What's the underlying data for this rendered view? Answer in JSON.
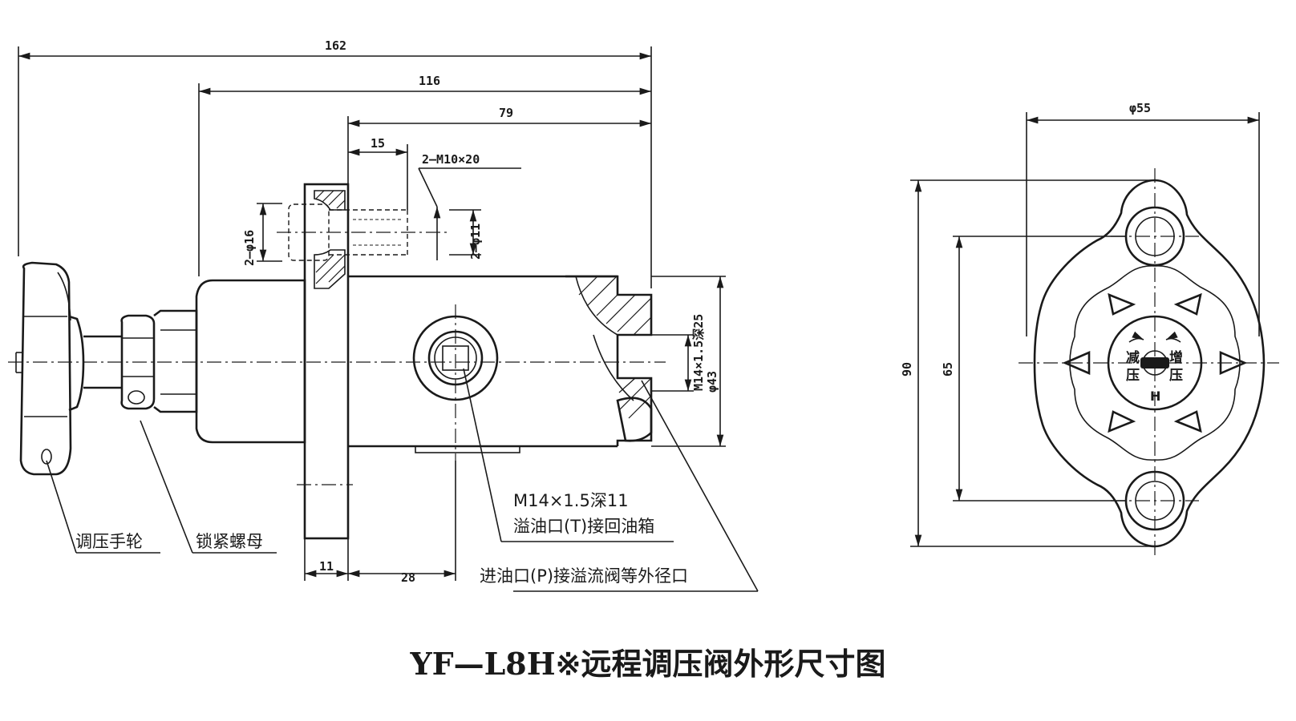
{
  "title": "YF—L8H※远程调压阀外形尺寸图",
  "dimensions": {
    "total_length": "162",
    "body_length": "116",
    "flange_to_end": "79",
    "bolt_offset": "15",
    "bolt_spec": "2—M10×20",
    "bolt_counterbore": "2—φ16",
    "bolt_hole": "2—φ11",
    "outlet_thread": "M14×1.5深25",
    "outlet_thread_b": "M14×1.5",
    "body_diameter": "φ43",
    "flange_thickness": "11",
    "port_offset": "28",
    "end_diameter": "φ55",
    "end_height": "90",
    "end_hole_spacing": "65"
  },
  "callouts": {
    "tank_port_spec": "M14×1.5深11",
    "tank_port_desc": "溢油口(T)接回油箱",
    "pressure_port_desc": "进油口(P)接溢流阀等外径口",
    "handwheel": "调压手轮",
    "lock_nut": "锁紧螺母"
  },
  "face_markings": {
    "decrease_1": "减",
    "decrease_2": "压",
    "increase_1": "增",
    "increase_2": "压",
    "model_letter": "H"
  }
}
